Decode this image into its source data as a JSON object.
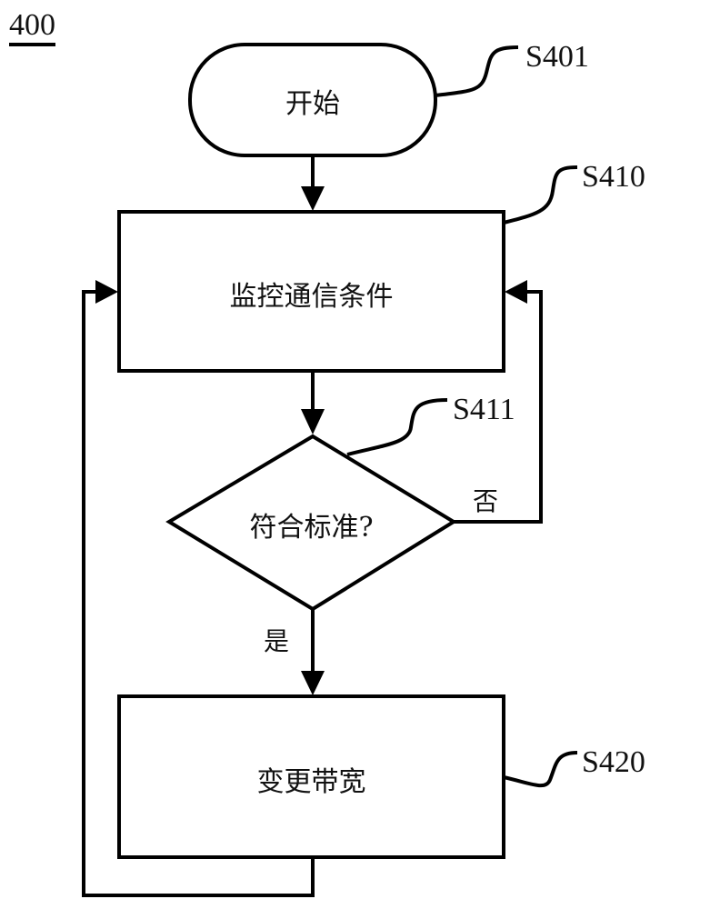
{
  "figure_number": "400",
  "nodes": {
    "start": {
      "text": "开始",
      "step": "S401",
      "shape": "terminator"
    },
    "monitor": {
      "text": "监控通信条件",
      "step": "S410",
      "shape": "process"
    },
    "decision": {
      "text": "符合标准?",
      "step": "S411",
      "shape": "decision"
    },
    "change": {
      "text": "变更带宽",
      "step": "S420",
      "shape": "process"
    }
  },
  "edges": [
    {
      "from": "start",
      "to": "monitor",
      "label": ""
    },
    {
      "from": "monitor",
      "to": "decision",
      "label": ""
    },
    {
      "from": "decision",
      "to": "monitor",
      "label": "否"
    },
    {
      "from": "decision",
      "to": "change",
      "label": "是"
    },
    {
      "from": "change",
      "to": "monitor",
      "label": ""
    }
  ],
  "edge_labels": {
    "no": "否",
    "yes": "是"
  }
}
